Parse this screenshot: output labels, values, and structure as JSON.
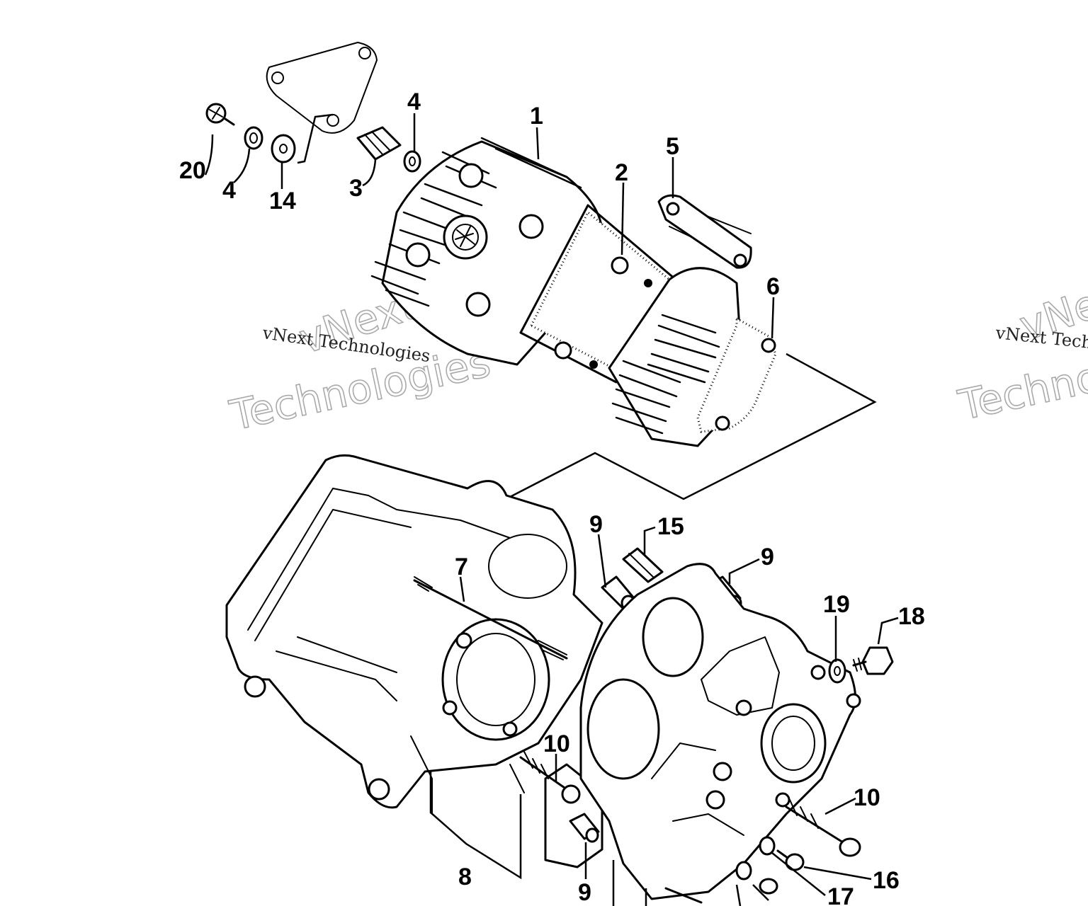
{
  "watermark": {
    "line1": "vNext",
    "line2": "Technologies",
    "small": "vNext Technologies"
  },
  "callouts": {
    "c1": "1",
    "c2": "2",
    "c3": "3",
    "c4a": "4",
    "c4b": "4",
    "c5": "5",
    "c6": "6",
    "c7": "7",
    "c8": "8",
    "c9a": "9",
    "c9b": "9",
    "c9c": "9",
    "c10a": "10",
    "c10b": "10",
    "c14": "14",
    "c15": "15",
    "c16": "16",
    "c17": "17",
    "c18": "18",
    "c19": "19",
    "c20": "20"
  }
}
